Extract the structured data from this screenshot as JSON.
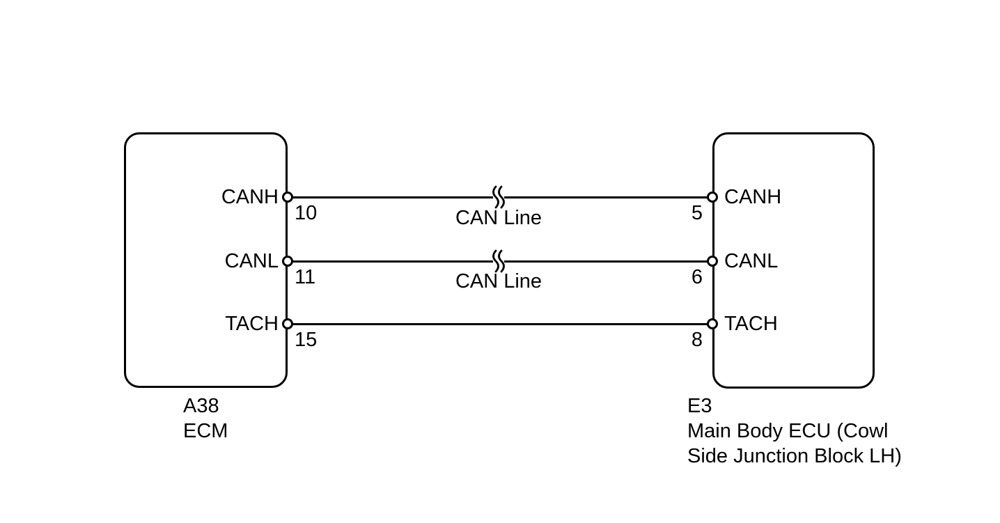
{
  "diagram": {
    "background_color": "#ffffff",
    "line_color": "#000000",
    "icons": {
      "wire_break": "wire-break-squiggle"
    },
    "connectors": [
      {
        "code": "A38",
        "name": "ECM",
        "side": "left",
        "caption_lines": [
          "A38",
          "ECM"
        ],
        "pins": [
          {
            "label": "CANH",
            "number": "10"
          },
          {
            "label": "CANL",
            "number": "11"
          },
          {
            "label": "TACH",
            "number": "15"
          }
        ]
      },
      {
        "code": "E3",
        "name": "Main Body ECU (Cowl Side Junction Block LH)",
        "side": "right",
        "caption_lines": [
          "E3",
          "Main Body ECU (Cowl",
          "Side Junction Block LH)"
        ],
        "pins": [
          {
            "label": "CANH",
            "number": "5"
          },
          {
            "label": "CANL",
            "number": "6"
          },
          {
            "label": "TACH",
            "number": "8"
          }
        ]
      }
    ],
    "wires": [
      {
        "from_pin": "A38-10",
        "to_pin": "E3-5",
        "label": "CAN Line",
        "has_break": true
      },
      {
        "from_pin": "A38-11",
        "to_pin": "E3-6",
        "label": "CAN Line",
        "has_break": true
      },
      {
        "from_pin": "A38-15",
        "to_pin": "E3-8",
        "label": "",
        "has_break": false
      }
    ]
  }
}
